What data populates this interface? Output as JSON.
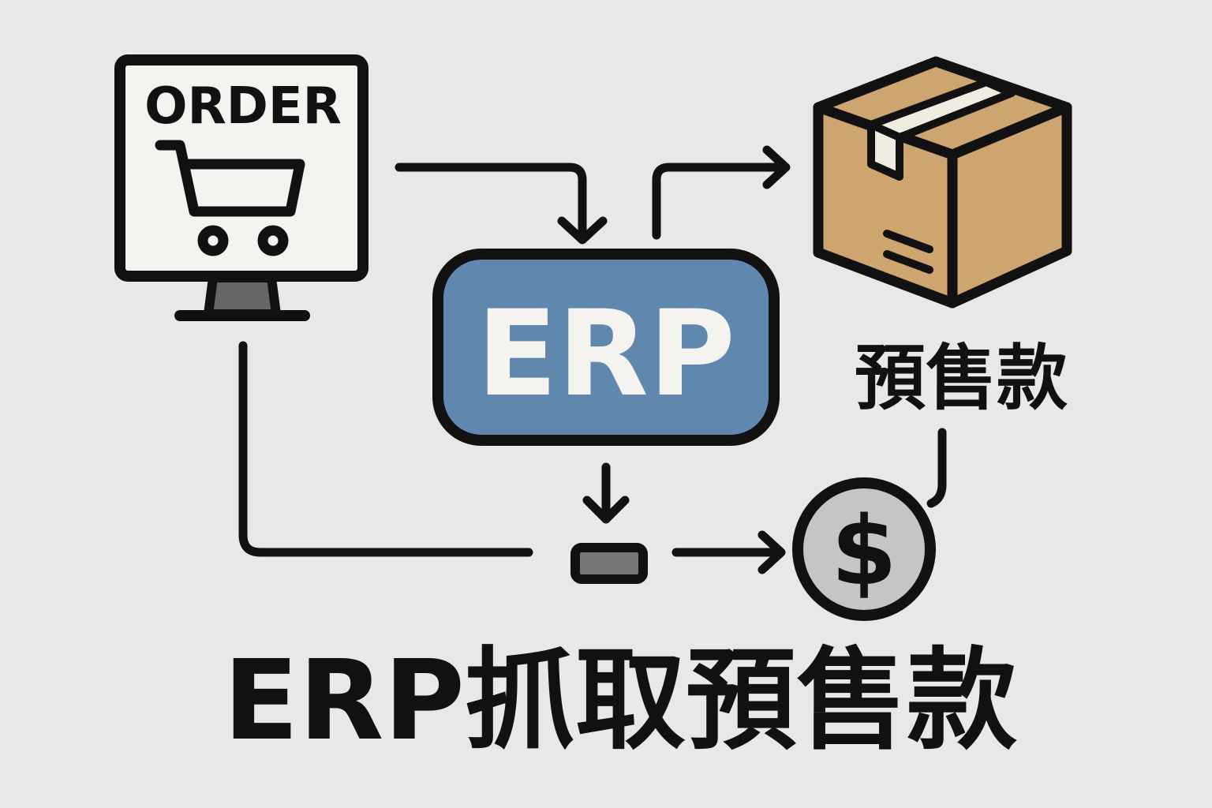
{
  "diagram": {
    "nodes": {
      "order_monitor": {
        "label": "ORDER",
        "icon": "shopping-cart-icon"
      },
      "erp": {
        "label": "ERP"
      },
      "package": {
        "icon": "package-box-icon",
        "label": "預售款"
      },
      "card": {
        "icon": "card-reader-icon"
      },
      "coin": {
        "symbol": "$",
        "icon": "dollar-coin-icon"
      }
    },
    "title": "ERP抓取預售款",
    "colors": {
      "background": "#e8e8e6",
      "erp_fill": "#6088ae",
      "box_fill": "#cfa56f",
      "coin_fill": "#c4c5c5",
      "outline": "#111111",
      "screen_fill": "#f4f3ef"
    },
    "edges": [
      {
        "from": "order_monitor",
        "to": "erp"
      },
      {
        "from": "erp",
        "to": "package"
      },
      {
        "from": "erp",
        "to": "card"
      },
      {
        "from": "order_monitor",
        "to": "card"
      },
      {
        "from": "card",
        "to": "coin"
      },
      {
        "from": "package",
        "to": "coin"
      }
    ]
  }
}
